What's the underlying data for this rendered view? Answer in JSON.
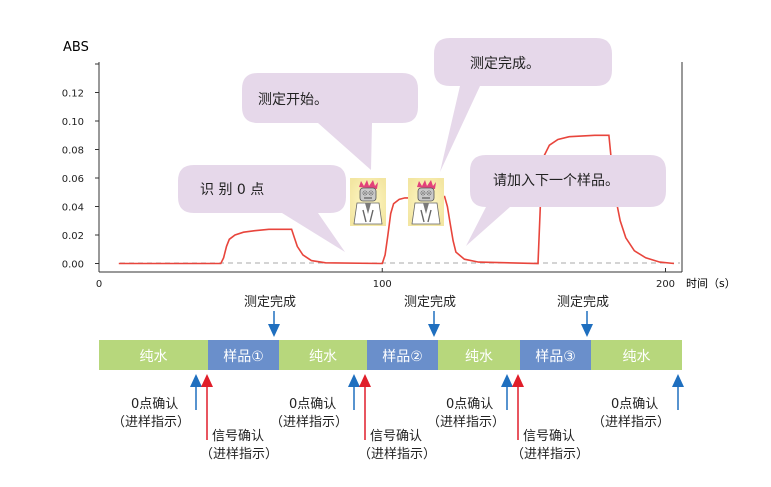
{
  "chart_data": {
    "type": "line",
    "ylabel": "ABS",
    "xlabel": "时间（s）",
    "xlim": [
      0,
      205
    ],
    "ylim": [
      -0.005,
      0.14
    ],
    "x_ticks": [
      "0",
      "100",
      "200"
    ],
    "y_ticks": [
      "0.00",
      "0.02",
      "0.04",
      "0.06",
      "0.08",
      "0.10",
      "0.12"
    ],
    "line_color": "#e8453c",
    "baseline_color": "#aaaaaa",
    "series": [
      {
        "values": [
          [
            7,
            0
          ],
          [
            43,
            0
          ],
          [
            44,
            0.004
          ],
          [
            45,
            0.012
          ],
          [
            46,
            0.017
          ],
          [
            48,
            0.02
          ],
          [
            51,
            0.022
          ],
          [
            55,
            0.023
          ],
          [
            60,
            0.024
          ],
          [
            68,
            0.024
          ],
          [
            69,
            0.018
          ],
          [
            70,
            0.012
          ],
          [
            72,
            0.006
          ],
          [
            75,
            0.002
          ],
          [
            80,
            0.0005
          ],
          [
            100,
            0
          ],
          [
            101,
            0.006
          ],
          [
            102,
            0.02
          ],
          [
            103,
            0.035
          ],
          [
            104,
            0.042
          ],
          [
            106,
            0.045
          ],
          [
            108,
            0.046
          ],
          [
            114,
            0.046
          ],
          [
            116,
            0.047
          ],
          [
            122,
            0.047
          ],
          [
            123,
            0.04
          ],
          [
            124,
            0.028
          ],
          [
            125,
            0.016
          ],
          [
            126,
            0.008
          ],
          [
            129,
            0.003
          ],
          [
            134,
            0.001
          ],
          [
            155,
            0
          ],
          [
            156,
            0.05
          ],
          [
            157,
            0.075
          ],
          [
            159,
            0.083
          ],
          [
            162,
            0.087
          ],
          [
            166,
            0.089
          ],
          [
            175,
            0.09
          ],
          [
            180,
            0.09
          ],
          [
            181,
            0.07
          ],
          [
            182,
            0.05
          ],
          [
            184,
            0.03
          ],
          [
            186,
            0.018
          ],
          [
            189,
            0.009
          ],
          [
            193,
            0.004
          ],
          [
            198,
            0.001
          ],
          [
            203,
            0
          ]
        ]
      }
    ]
  },
  "bubbles": {
    "zero": "识 别 0 点",
    "start": "测定开始。",
    "done": "测定完成。",
    "next": "请加入下一个样品。"
  },
  "timeline": {
    "segments": [
      {
        "label": "纯水",
        "kind": "water"
      },
      {
        "label": "样品①",
        "kind": "sample"
      },
      {
        "label": "纯水",
        "kind": "water"
      },
      {
        "label": "样品②",
        "kind": "sample"
      },
      {
        "label": "纯水",
        "kind": "water"
      },
      {
        "label": "样品③",
        "kind": "sample"
      },
      {
        "label": "纯水",
        "kind": "water"
      }
    ],
    "water_color": "#b7d77c",
    "sample_color": "#6a8fcb",
    "measure_done_label": "测定完成",
    "zero_confirm_line1": "0点确认",
    "zero_confirm_line2": "（进样指示）",
    "signal_confirm_line1": "信号确认",
    "signal_confirm_line2": "（进样指示）",
    "blue_arrow": "#1f6fbf",
    "red_arrow": "#e01e2a"
  }
}
